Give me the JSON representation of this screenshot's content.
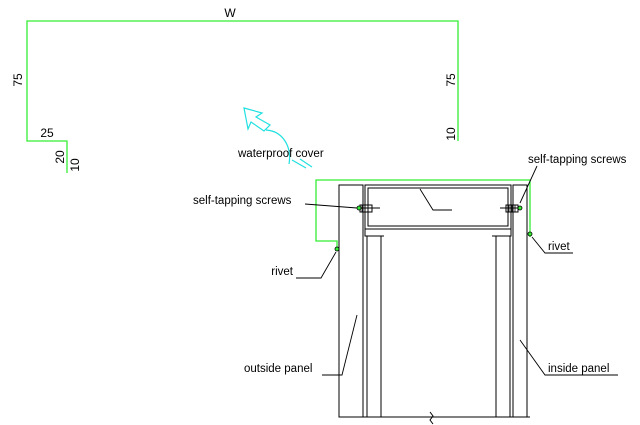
{
  "colors": {
    "background": "#ffffff",
    "profile_line": "#33ee33",
    "cover_arrow": "#22e0e0",
    "structure_line": "#000000",
    "label_text": "#000000"
  },
  "profile": {
    "width_label": "W",
    "left_height_label": "75",
    "right_height_label": "75",
    "flange_label": "25",
    "drip_label": "20",
    "drip_end_label": "10",
    "right_end_label": "10"
  },
  "labels": {
    "waterproof_cover": "waterproof cover",
    "self_tapping_left": "self-tapping screws",
    "self_tapping_right": "self-tapping screws",
    "rivet_left": "rivet",
    "rivet_right": "rivet",
    "outside_panel": "outside panel",
    "inside_panel": "inside panel"
  }
}
